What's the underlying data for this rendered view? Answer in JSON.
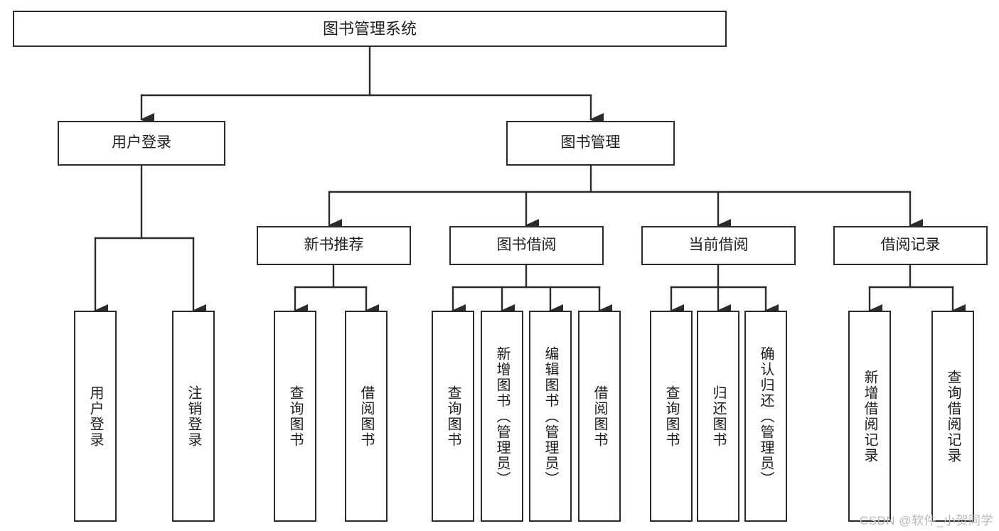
{
  "diagram": {
    "title": "图书管理系统",
    "type": "tree",
    "watermark": "CSDN @软件_小贺同学",
    "colors": {
      "background": "#ffffff",
      "border": "#2b2b2b",
      "text": "#1c1c1c",
      "edge": "#2b2b2b",
      "watermark": "#b9b9b9"
    },
    "nodes": {
      "root": {
        "label": "图书管理系统"
      },
      "level2": [
        {
          "id": "user-login",
          "label": "用户登录"
        },
        {
          "id": "book-manage",
          "label": "图书管理"
        }
      ],
      "level3": [
        {
          "id": "new-book-rec",
          "label": "新书推荐"
        },
        {
          "id": "book-borrow",
          "label": "图书借阅"
        },
        {
          "id": "current-borrow",
          "label": "当前借阅"
        },
        {
          "id": "borrow-record",
          "label": "借阅记录"
        }
      ],
      "leaves": {
        "user-login": [
          {
            "id": "leaf-user-login",
            "label": "用户登录"
          },
          {
            "id": "leaf-logout",
            "label": "注销登录"
          }
        ],
        "new-book-rec": [
          {
            "id": "leaf-query-book-1",
            "label": "查询图书"
          },
          {
            "id": "leaf-borrow-book-1",
            "label": "借阅图书"
          }
        ],
        "book-borrow": [
          {
            "id": "leaf-query-book-2",
            "label": "查询图书"
          },
          {
            "id": "leaf-add-book",
            "label": "新增图书（管理员）"
          },
          {
            "id": "leaf-edit-book",
            "label": "编辑图书（管理员）"
          },
          {
            "id": "leaf-borrow-book-2",
            "label": "借阅图书"
          }
        ],
        "current-borrow": [
          {
            "id": "leaf-query-book-3",
            "label": "查询图书"
          },
          {
            "id": "leaf-return-book",
            "label": "归还图书"
          },
          {
            "id": "leaf-confirm-return",
            "label": "确认归还（管理员）"
          }
        ],
        "borrow-record": [
          {
            "id": "leaf-add-record",
            "label": "新增借阅记录"
          },
          {
            "id": "leaf-query-record",
            "label": "查询借阅记录"
          }
        ]
      }
    }
  }
}
